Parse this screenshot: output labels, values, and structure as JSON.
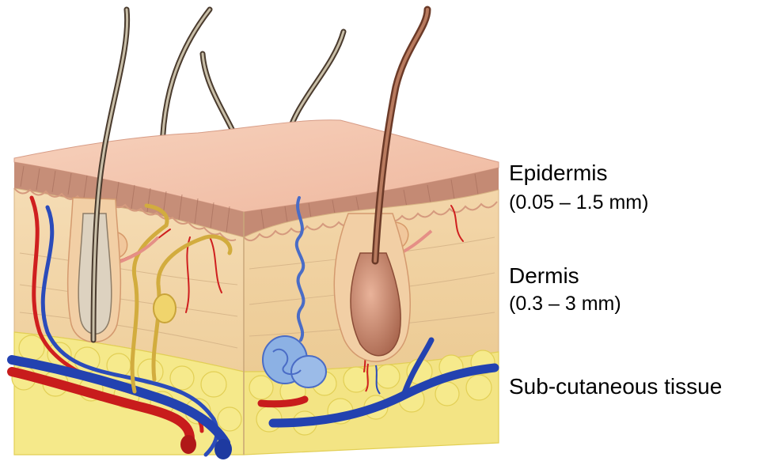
{
  "layers": [
    {
      "name": "Epidermis",
      "thickness": "(0.05 – 1.5 mm)"
    },
    {
      "name": "Dermis",
      "thickness": "(0.3 – 3 mm)"
    },
    {
      "name": "Sub-cutaneous tissue",
      "thickness": ""
    }
  ],
  "colors": {
    "epidermis_top": "#f4c2a6",
    "epidermis_band": "#c98f7a",
    "dermis": "#f2d7ad",
    "subcutaneous_fat": "#f6ea8c",
    "artery": "#d11f1f",
    "vein": "#2848b8",
    "nerve": "#e6c75a",
    "sweat_gland": "#7fa7e0",
    "hair_dark": "#5a4a3a",
    "hair_brown": "#9a5a40"
  },
  "icons": {
    "hair_follicle": "hair-follicle-icon",
    "sweat_gland": "sweat-gland-icon",
    "blood_vessel": "blood-vessel-icon",
    "nerve": "nerve-icon"
  }
}
